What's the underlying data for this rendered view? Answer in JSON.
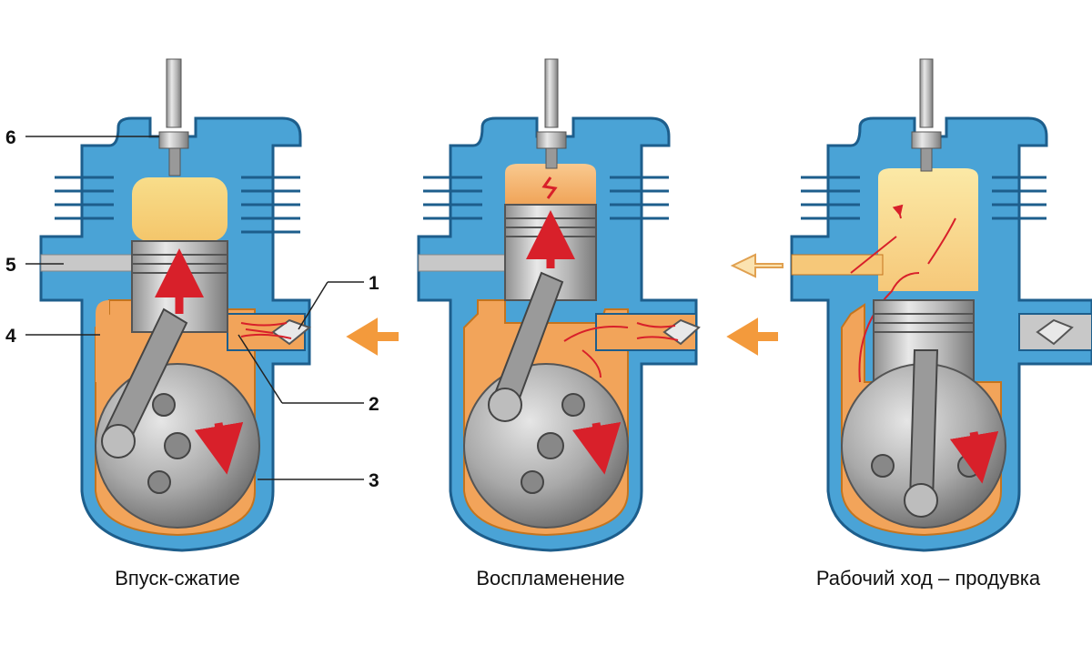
{
  "captions": {
    "stage1": "Впуск-сжатие",
    "stage2": "Воспламенение",
    "stage3": "Рабочий ход – продувка"
  },
  "callouts": {
    "c1": "1",
    "c2": "2",
    "c3": "3",
    "c4": "4",
    "c5": "5",
    "c6": "6"
  },
  "colors": {
    "engine_body": "#4aa3d6",
    "engine_outline": "#1d5e8c",
    "mixture": "#f2a45a",
    "combustion": "#f6d57a",
    "piston": "#c9c9c9",
    "motion_arrow": "#d8202a",
    "intake_arrow": "#f39a3c"
  }
}
